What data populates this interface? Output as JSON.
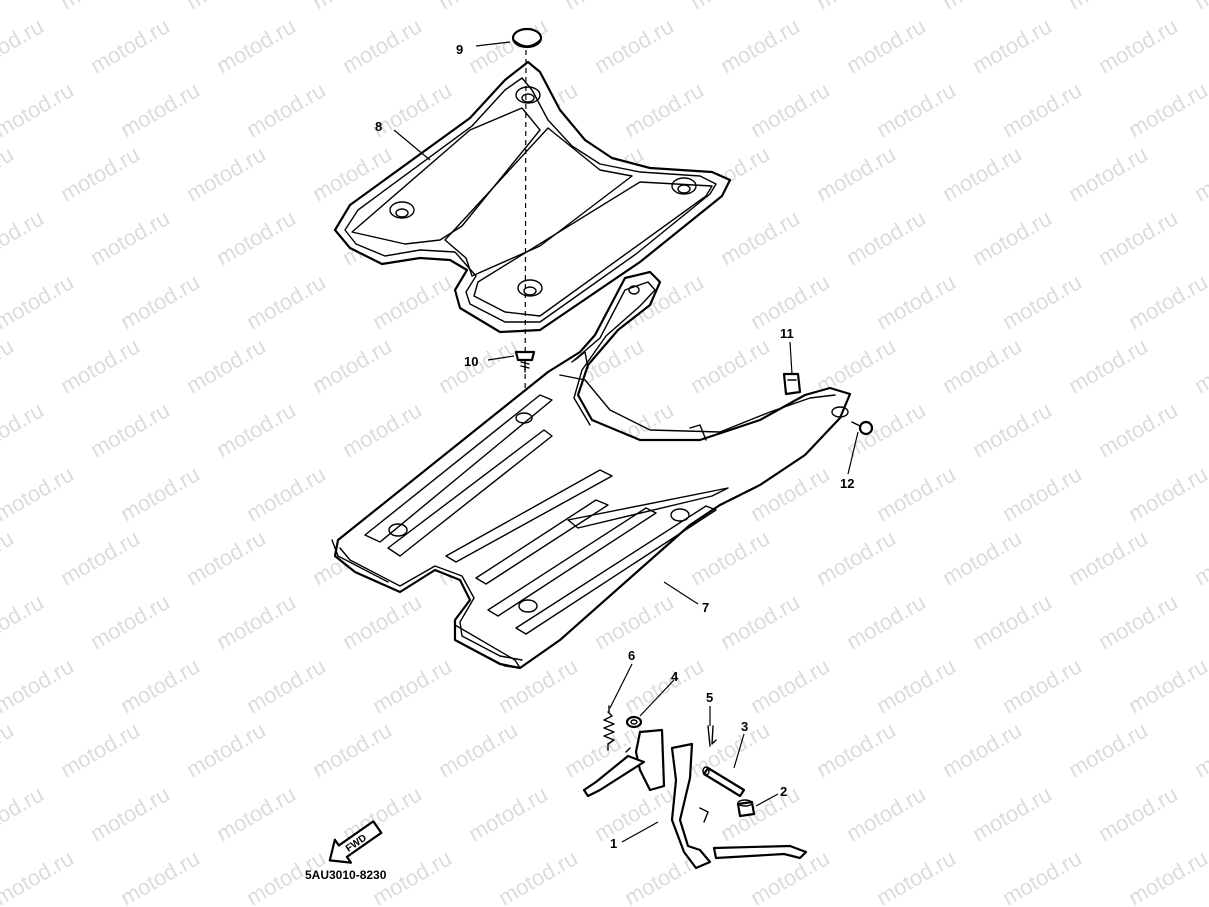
{
  "watermark": "motod.ru",
  "diagram_code": "5AU3010-8230",
  "fwd_label": "FWD",
  "callouts": [
    "1",
    "2",
    "3",
    "4",
    "5",
    "6",
    "7",
    "8",
    "9",
    "10",
    "11",
    "12"
  ]
}
